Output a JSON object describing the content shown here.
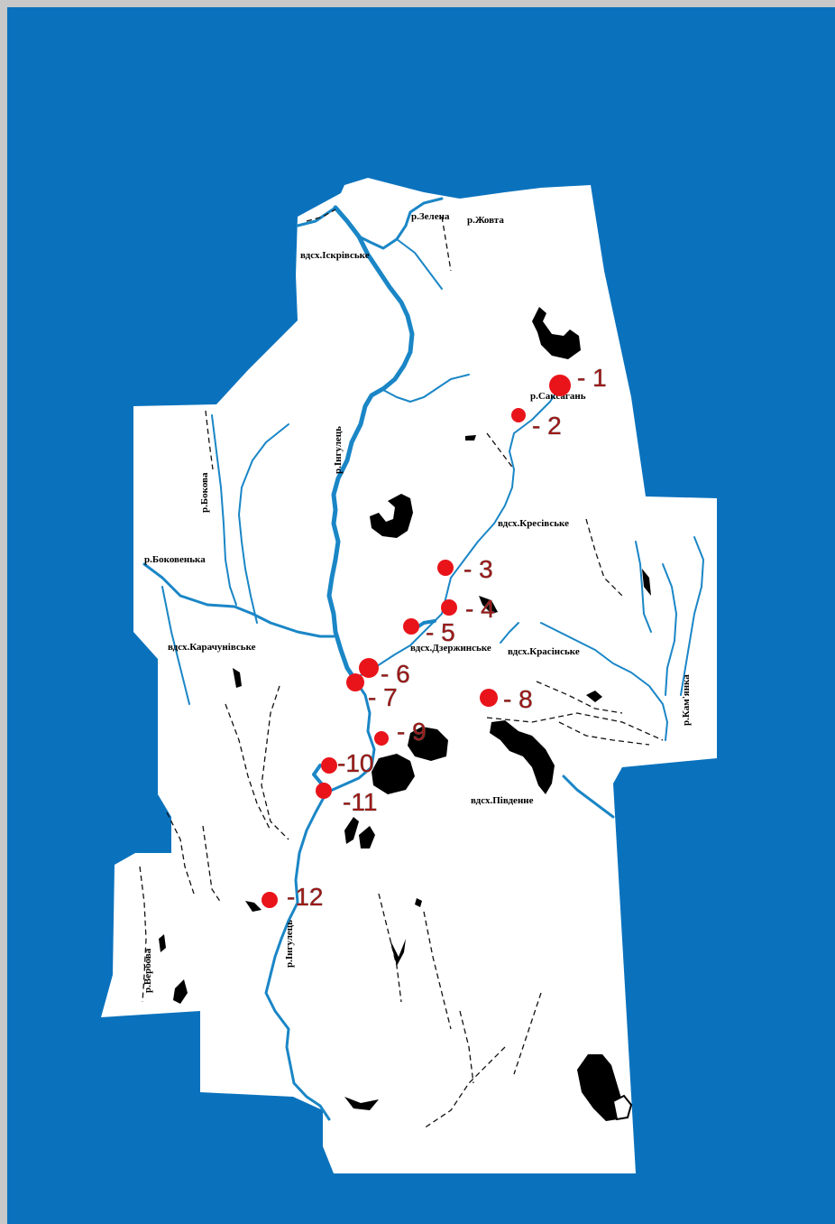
{
  "colors": {
    "border": "#c8c8c8",
    "sea": "#0a72bd",
    "land": "#ffffff",
    "river": "#1a86c6",
    "lake": "#000000",
    "marker": "#e8141a",
    "marker_label": "#9b1a18"
  },
  "labels": {
    "zelena": "р.Зелена",
    "zhovta": "р.Жовта",
    "iskrivske": "вдсх.Іскрівське",
    "saksagan": "р.Саксагань",
    "inhulets_north": "р.Інгулець",
    "bokova": "р.Бокова",
    "kresivske": "вдсх.Кресівське",
    "bokovenka": "р.Боковенька",
    "karachunivske": "вдсх.Карачунівське",
    "dzerzhynske": "вдсх.Дзержинське",
    "krasinske": "вдсх.Красінське",
    "kamianka": "р.Кам'янка",
    "pivdenne": "вдсх.Південне",
    "inhulets_south": "р.Інгулець",
    "verbova": "р.Вербова"
  },
  "markers": [
    {
      "id": "1",
      "label": "- 1"
    },
    {
      "id": "2",
      "label": "- 2"
    },
    {
      "id": "3",
      "label": "- 3"
    },
    {
      "id": "4",
      "label": "- 4"
    },
    {
      "id": "5",
      "label": "- 5"
    },
    {
      "id": "6",
      "label": "- 6"
    },
    {
      "id": "7",
      "label": "- 7"
    },
    {
      "id": "8",
      "label": "- 8"
    },
    {
      "id": "9",
      "label": "- 9"
    },
    {
      "id": "10",
      "label": "-10"
    },
    {
      "id": "11",
      "label": "-11"
    },
    {
      "id": "12",
      "label": "-12"
    }
  ]
}
